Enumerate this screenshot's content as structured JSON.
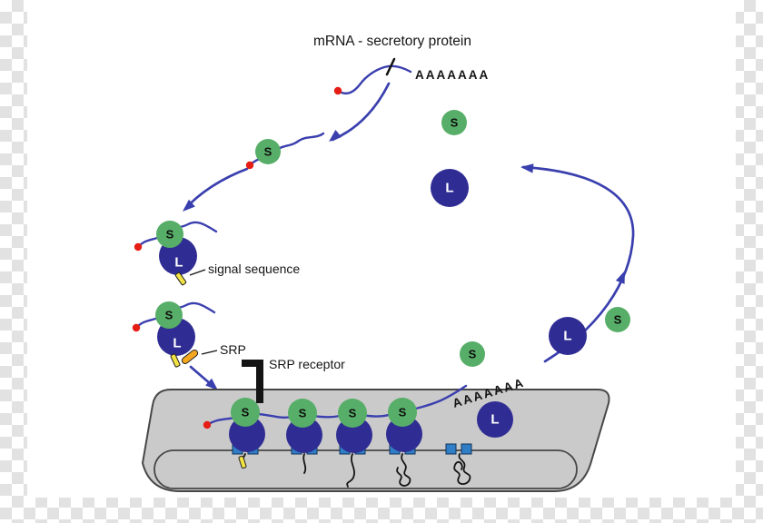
{
  "title": "mRNA - secretory protein",
  "labels": {
    "poly_a_top": "AAAAAAA",
    "poly_a_er": "AAAAAAA",
    "signal_sequence": "signal sequence",
    "srp": "SRP",
    "srp_receptor": "SRP receptor",
    "s": "S",
    "l": "L"
  },
  "colors": {
    "canvas": "#ffffff",
    "checker": "#e2e2e2",
    "small_subunit": "#57ae68",
    "large_subunit": "#2f2d93",
    "mrna_arrow": "#3a3fae",
    "cap_dot": "#e51d15",
    "signal_sequence": "#f2e243",
    "srp_particle": "#f4a71f",
    "er_membrane_fill": "#cacaca",
    "er_membrane_stroke": "#474747",
    "translocon": "#2f7ec6",
    "nascent_chain": "#141414",
    "text": "#141414"
  }
}
